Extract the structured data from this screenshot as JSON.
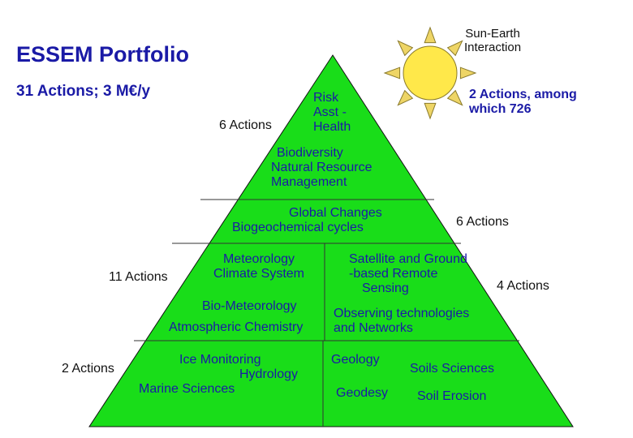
{
  "title": "ESSEM Portfolio",
  "subtitle": "31 Actions; 3 M€/y",
  "sun_label": [
    "Sun-Earth",
    "Interaction"
  ],
  "actions": {
    "top_left": "6 Actions",
    "top_right": [
      "2 Actions, among",
      "which 726"
    ],
    "global": "6 Actions",
    "meteo": "11 Actions",
    "satellite": "4 Actions",
    "bottom": "2 Actions"
  },
  "pyramid": {
    "risk": [
      "Risk",
      "Asst -",
      "Health"
    ],
    "biodiversity": [
      "Biodiversity",
      "Natural Resource",
      "Management"
    ],
    "global": [
      "Global Changes",
      "Biogeochemical cycles"
    ],
    "meteorology": [
      "Meteorology",
      "Climate System"
    ],
    "satellite": [
      "Satellite and Ground",
      "-based Remote",
      "Sensing"
    ],
    "biometeorology": "Bio-Meteorology",
    "observing": [
      "Observing technologies",
      "and Networks"
    ],
    "atmospheric": "Atmospheric Chemistry",
    "ice": [
      "Ice Monitoring",
      "Hydrology",
      "Marine Sciences"
    ],
    "geology": "Geology",
    "geodesy": "Geodesy",
    "soils": "Soils Sciences",
    "erosion": "Soil Erosion"
  },
  "colors": {
    "pyramid_fill": "#19dd19",
    "sun_fill": "#ffe84a",
    "sun_ray_fill": "#eed566",
    "title_color": "#1a1aa6"
  }
}
